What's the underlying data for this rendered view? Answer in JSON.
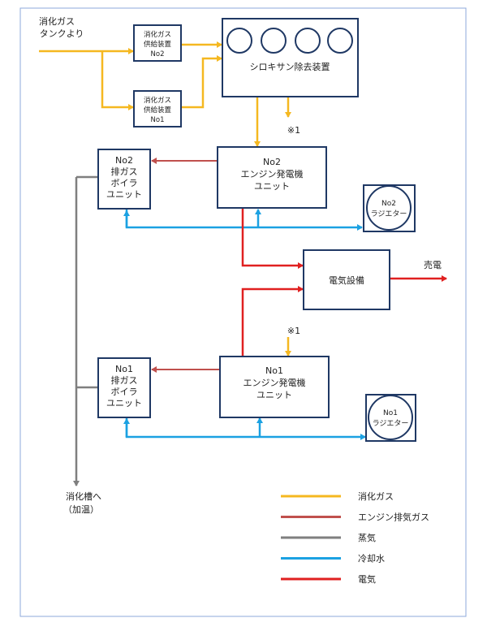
{
  "source": {
    "line1": "消化ガス",
    "line2": "タンクより"
  },
  "gas_supply_no2": {
    "line1": "消化ガス",
    "line2": "供給装置",
    "line3": "No2"
  },
  "gas_supply_no1": {
    "line1": "消化ガス",
    "line2": "供給装置",
    "line3": "No1"
  },
  "siloxane": {
    "label": "シロキサン除去装置"
  },
  "note_mark": "※1",
  "engine_no2": {
    "line1": "No2",
    "line2": "エンジン発電機",
    "line3": "ユニット"
  },
  "engine_no1": {
    "line1": "No1",
    "line2": "エンジン発電機",
    "line3": "ユニット"
  },
  "boiler_no2": {
    "line1": "No2",
    "line2": "排ガス",
    "line3": "ボイラ",
    "line4": "ユニット"
  },
  "boiler_no1": {
    "line1": "No1",
    "line2": "排ガス",
    "line3": "ボイラ",
    "line4": "ユニット"
  },
  "radiator_no2": {
    "line1": "No2",
    "line2": "ラジエター"
  },
  "radiator_no1": {
    "line1": "No1",
    "line2": "ラジエター"
  },
  "electrical": {
    "label": "電気設備"
  },
  "sell_power": "売電",
  "digester": {
    "line1": "消化槽へ",
    "line2": "（加温）"
  },
  "legend": [
    {
      "label": "消化ガス",
      "color": "#f5b820"
    },
    {
      "label": "エンジン排気ガス",
      "color": "#c0504d"
    },
    {
      "label": "蒸気",
      "color": "#7f7f7f"
    },
    {
      "label": "冷却水",
      "color": "#1ba1e2"
    },
    {
      "label": "電気",
      "color": "#e02020"
    }
  ],
  "colors": {
    "gas": "#f5b820",
    "exhaust": "#c0504d",
    "steam": "#7f7f7f",
    "water": "#1ba1e2",
    "electric": "#e02020",
    "box_stroke": "#1f3864",
    "frame": "#8eaadb"
  }
}
